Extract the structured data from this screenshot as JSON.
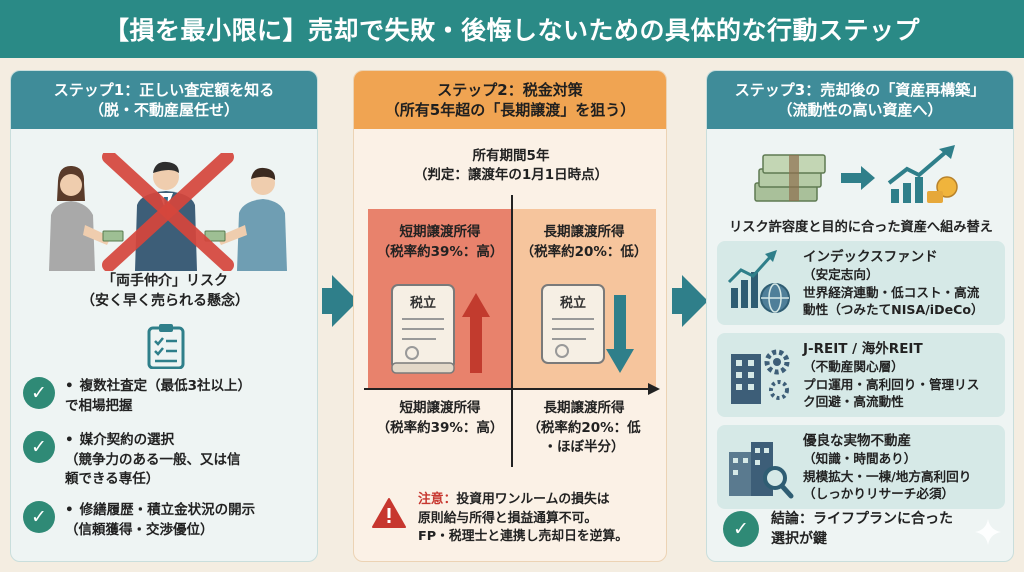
{
  "title": "【損を最小限に】売却で失敗・後悔しないための具体的な行動ステップ",
  "step1": {
    "header_line1": "ステップ1：正しい査定額を知る",
    "header_line2": "（脱・不動産屋任せ）",
    "risk_line1": "「両手仲介」リスク",
    "risk_line2": "（安く早く売られる懸念）",
    "items": [
      {
        "line1": "複数社査定（最低3社以上）",
        "line2": "で相場把握",
        "line3": ""
      },
      {
        "line1": "媒介契約の選択",
        "line2": "（競争力のある一般、又は信",
        "line3": "頼できる専任）"
      },
      {
        "line1": "修繕履歴・積立金状況の開示",
        "line2": "（信頼獲得・交渉優位）",
        "line3": ""
      }
    ]
  },
  "step2": {
    "header_line1": "ステップ2：税金対策",
    "header_line2": "（所有5年超の「長期譲渡」を狙う）",
    "period_line1": "所有期間5年",
    "period_line2": "（判定：譲渡年の1月1日時点）",
    "short_top": {
      "line1": "短期譲渡所得",
      "line2": "（税率約39%：高）"
    },
    "long_top": {
      "line1": "長期譲渡所得",
      "line2": "（税率約20%：低）"
    },
    "short_bottom": {
      "line1": "短期譲渡所得",
      "line2": "（税率約39%：高）"
    },
    "long_bottom": {
      "line1": "長期譲渡所得",
      "line2": "（税率約20%：低",
      "line3": "・ほぼ半分）"
    },
    "doc_label": "税立",
    "warning_head": "注意：",
    "warning_line1": "投資用ワンルームの損失は",
    "warning_line2": "原則給与所得と損益通算不可。",
    "warning_line3": "FP・税理士と連携し売却日を逆算。"
  },
  "step3": {
    "header_line1": "ステップ3：売却後の「資産再構築」",
    "header_line2": "（流動性の高い資産へ）",
    "swap_label": "リスク許容度と目的に合った資産へ組み替え",
    "cards": [
      {
        "title": "インデックスファンド",
        "line1": "（安定志向）",
        "line2": "世界経済連動・低コスト・高流",
        "line3": "動性（つみたてNISA/iDeCo）"
      },
      {
        "title": "J-REIT / 海外REIT",
        "line1": "（不動産関心層）",
        "line2": "プロ運用・高利回り・管理リス",
        "line3": "ク回避・高流動性"
      },
      {
        "title": "優良な実物不動産",
        "line1": "（知識・時間あり）",
        "line2": "規模拡大・一棟/地方高利回り",
        "line3": "（しっかりリサーチ必須）"
      }
    ],
    "conclusion_line1": "結論：ライフプランに合った",
    "conclusion_line2": "選択が鍵"
  },
  "colors": {
    "banner": "#2a8a86",
    "step_header_teal": "#3f8c99",
    "step_header_orange": "#f0a452",
    "check_green": "#2f8a76",
    "short_quadrant": "#e8826c",
    "long_quadrant": "#f6c59d",
    "warning_red": "#c7372f"
  }
}
